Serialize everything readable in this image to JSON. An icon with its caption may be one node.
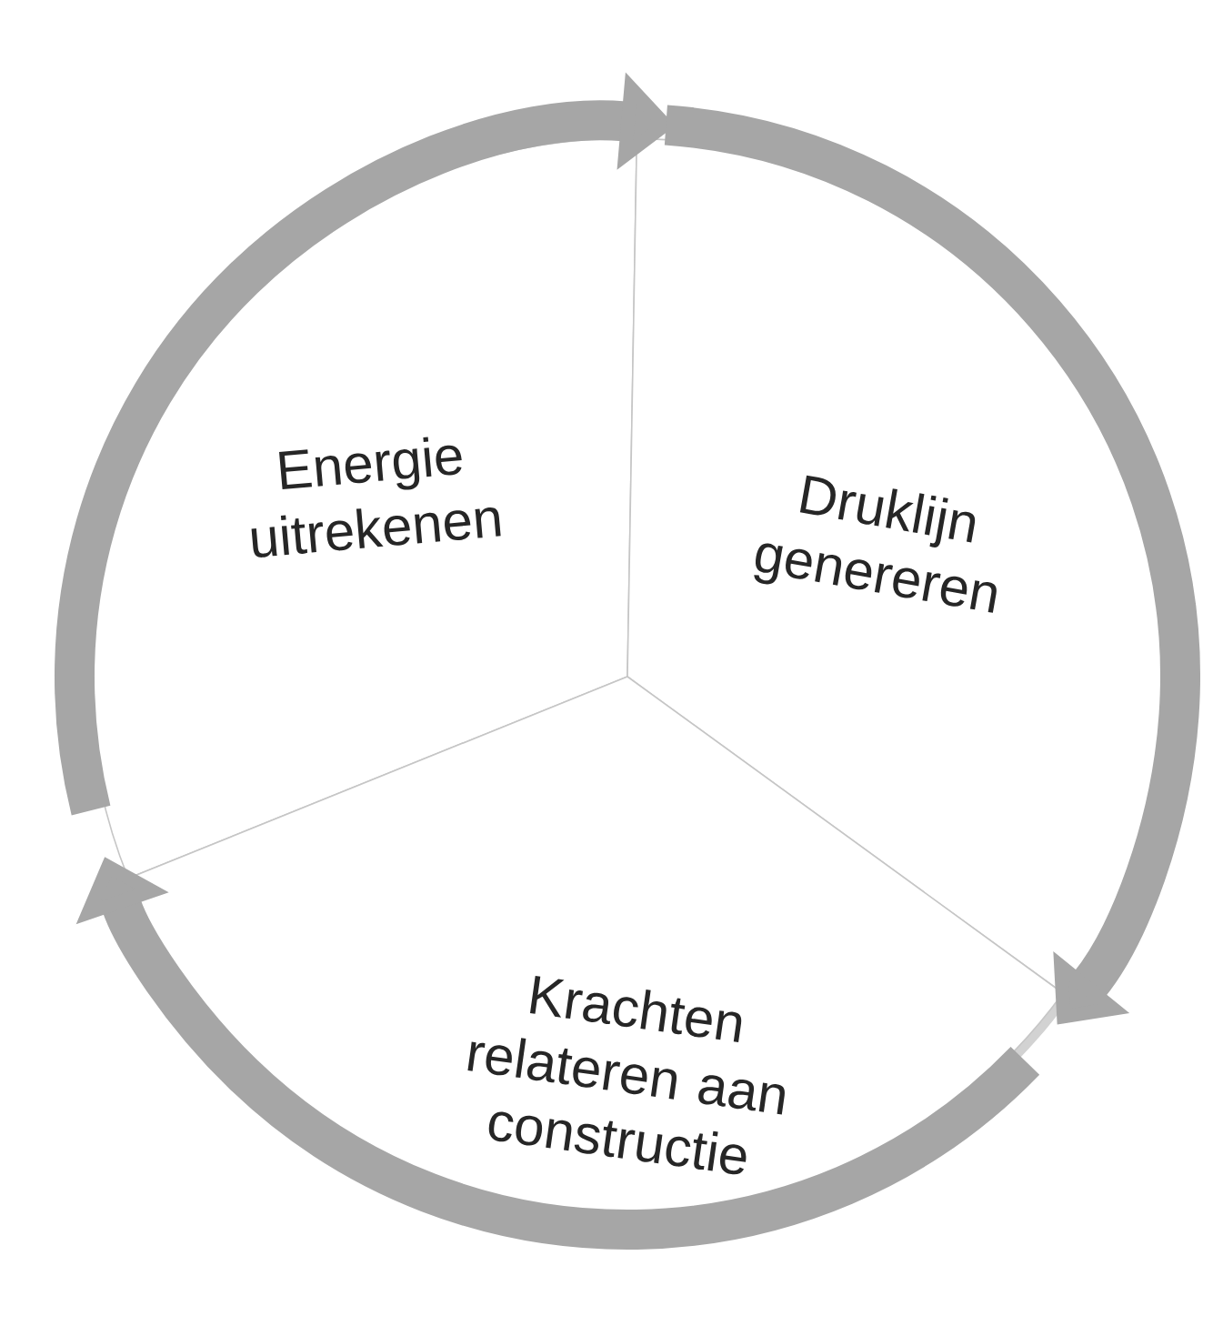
{
  "diagram": {
    "nodes": [
      {
        "text": [
          "Energie uitrekenen"
        ]
      },
      {
        "text": [
          "Druklijn genereren"
        ]
      },
      {
        "text": [
          "Krachten relateren aan constructie"
        ]
      }
    ],
    "edges": [
      {
        "from": 0,
        "to": 1,
        "arrow": "to"
      },
      {
        "from": 1,
        "to": 2,
        "arrow": "to"
      },
      {
        "from": 2,
        "to": 0,
        "arrow": "to"
      }
    ]
  }
}
